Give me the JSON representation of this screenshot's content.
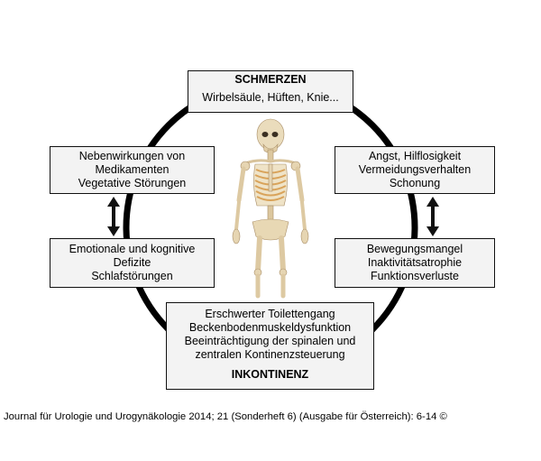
{
  "top_box": {
    "title": "SCHMERZEN",
    "lines": [
      "Wirbelsäule, Hüften, Knie..."
    ]
  },
  "upper_left_box": {
    "lines": [
      "Nebenwirkungen von",
      "Medikamenten",
      "Vegetative Störungen"
    ]
  },
  "upper_right_box": {
    "lines": [
      "Angst, Hilflosigkeit",
      "Vermeidungsverhalten",
      "Schonung"
    ]
  },
  "lower_left_box": {
    "lines": [
      "Emotionale und kognitive",
      "Defizite",
      "Schlafstörungen"
    ]
  },
  "lower_right_box": {
    "lines": [
      "Bewegungsmangel",
      "Inaktivitätsatrophie",
      "Funktionsverluste"
    ]
  },
  "bottom_box": {
    "lines": [
      "Erschwerter Toilettengang",
      "Beckenbodenmuskeldysfunktion",
      "Beeinträchtigung der spinalen und",
      "zentralen Kontinenzsteuerung"
    ],
    "title": "INKONTINENZ"
  },
  "citation": "Journal für Urologie und Urogynäkologie 2014; 21 (Sonderheft 6) (Ausgabe für Österreich): 6-14 ©",
  "colors": {
    "circle": "#000000",
    "box_fill": "#f3f3f3",
    "bone": "#e8d8b4",
    "bone_shadow": "#b9a07a",
    "cartilage": "#d9a35a"
  }
}
